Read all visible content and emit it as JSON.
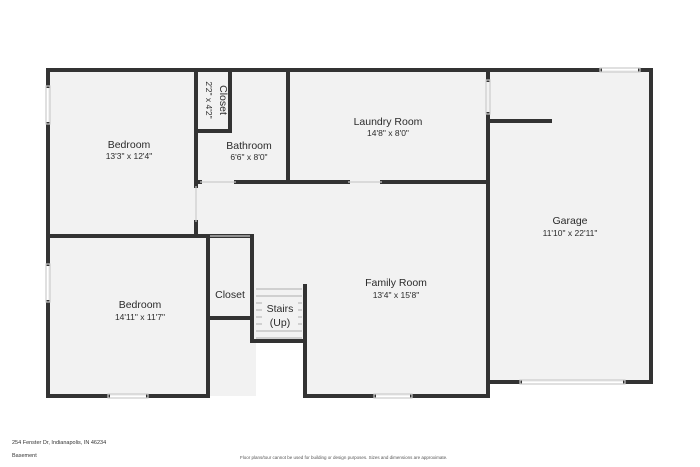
{
  "colors": {
    "wall": "#333333",
    "floor": "#f2f2f2",
    "window": "#ffffff",
    "text": "#2b2b2b"
  },
  "rooms": {
    "bedroom_upper": {
      "name": "Bedroom",
      "dims": "13'3\" x 12'4\""
    },
    "closet_upper": {
      "name": "Closet",
      "dims": "2'2\" x 4'2\""
    },
    "bathroom": {
      "name": "Bathroom",
      "dims": "6'6\" x 8'0\""
    },
    "laundry": {
      "name": "Laundry Room",
      "dims": "14'8\" x 8'0\""
    },
    "garage": {
      "name": "Garage",
      "dims": "11'10\" x 22'11\""
    },
    "bedroom_lower": {
      "name": "Bedroom",
      "dims": "14'11\" x 11'7\""
    },
    "closet_lower": {
      "name": "Closet"
    },
    "stairs": {
      "line1": "Stairs",
      "line2": "(Up)"
    },
    "family": {
      "name": "Family Room",
      "dims": "13'4\" x 15'8\""
    }
  },
  "footer": {
    "address": "254 Fenster Dr, Indianapolis, IN 46234",
    "level": "Basement",
    "disclaimer": "Floor plans/tour cannot be used for building or design purposes. Sizes and dimensions are approximate."
  }
}
